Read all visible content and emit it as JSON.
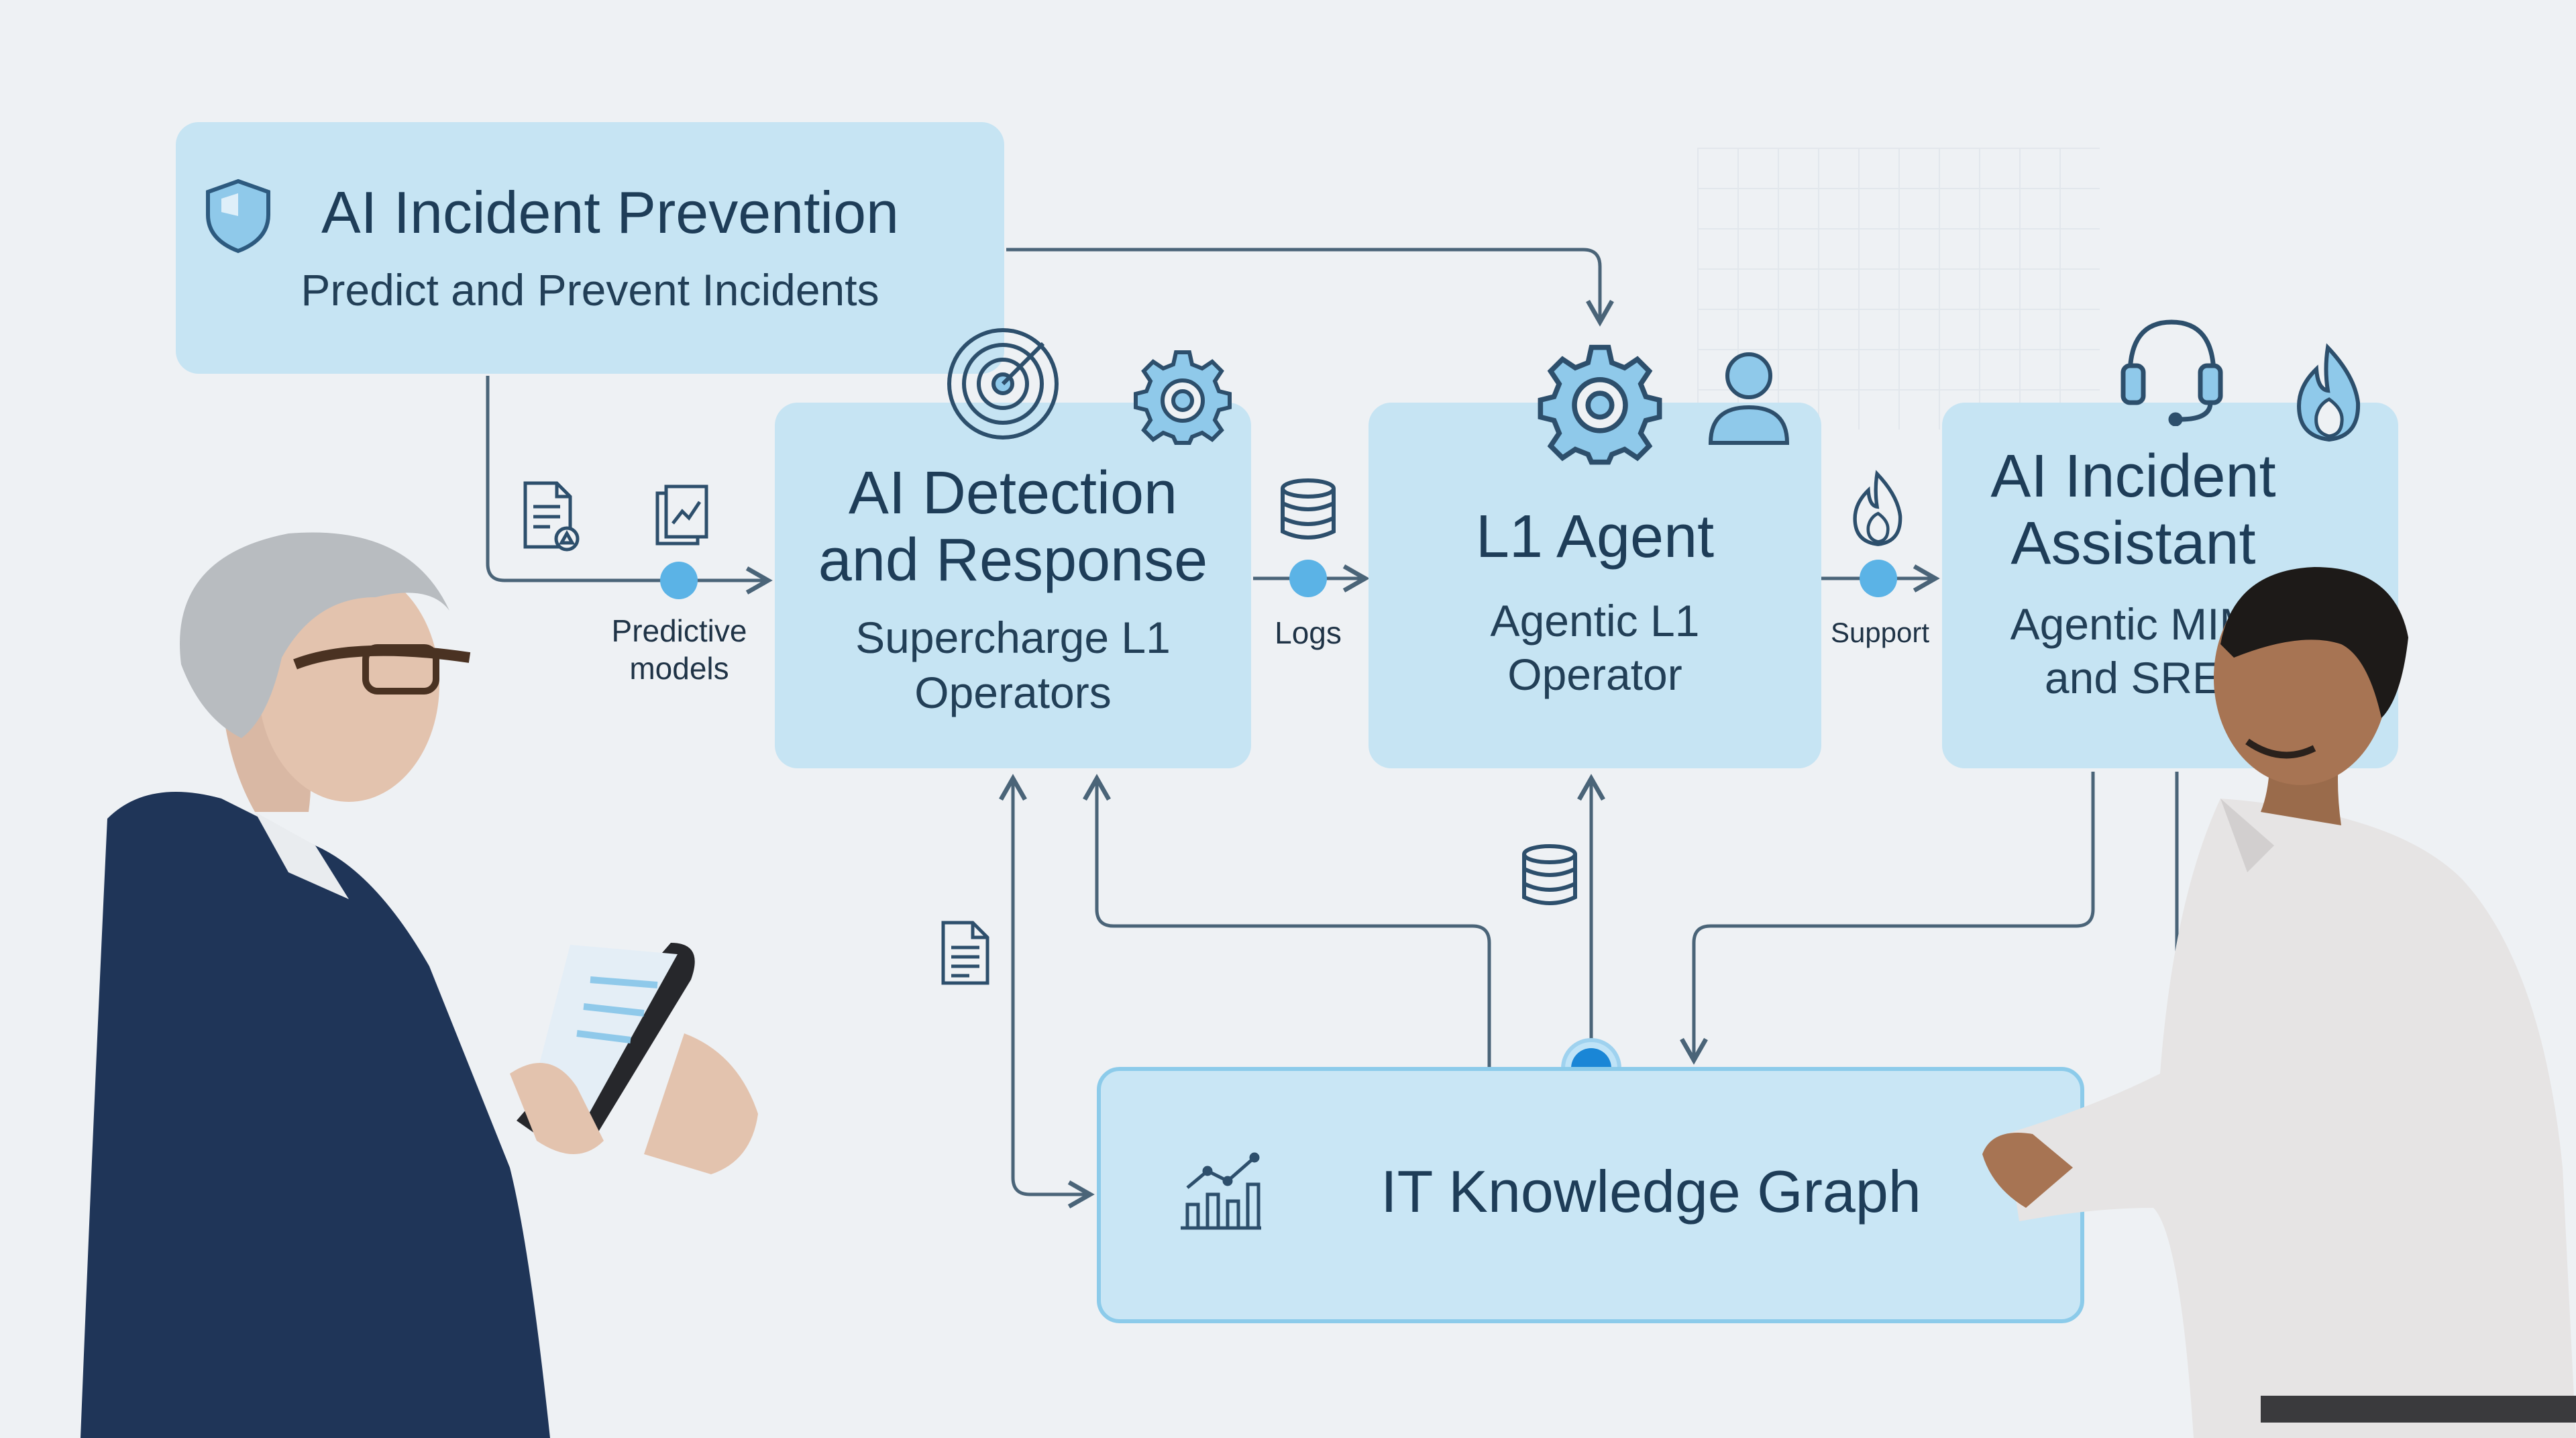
{
  "boxes": {
    "prevention": {
      "title": "AI Incident Prevention",
      "subtitle": "Predict and Prevent Incidents"
    },
    "detection": {
      "title_line1": "AI Detection",
      "title_line2": "and Response",
      "sub_line1": "Supercharge L1",
      "sub_line2": "Operators"
    },
    "l1_agent": {
      "title": "L1 Agent",
      "sub_line1": "Agentic L1",
      "sub_line2": "Operator"
    },
    "assistant": {
      "title_line1": "AI Incident",
      "title_line2": "Assistant",
      "sub_line1": "Agentic MIM",
      "sub_line2": "and SRE"
    },
    "knowledge_graph": {
      "title": "IT Knowledge Graph"
    }
  },
  "connectors": {
    "predictive_line1": "Predictive",
    "predictive_line2": "models",
    "logs": "Logs",
    "support": "Support"
  },
  "colors": {
    "background": "#eef1f4",
    "box_fill": "#c6e4f3",
    "box_border": "#8ccbea",
    "line": "#4a6478",
    "dot": "#5bb3e6",
    "dot_strong": "#1a86d6",
    "text": "#1e3d58"
  },
  "icons": [
    "shield-icon",
    "radar-icon",
    "gear-icon",
    "user-icon",
    "headset-icon",
    "flame-icon",
    "database-icon",
    "document-icon",
    "chart-icon"
  ]
}
